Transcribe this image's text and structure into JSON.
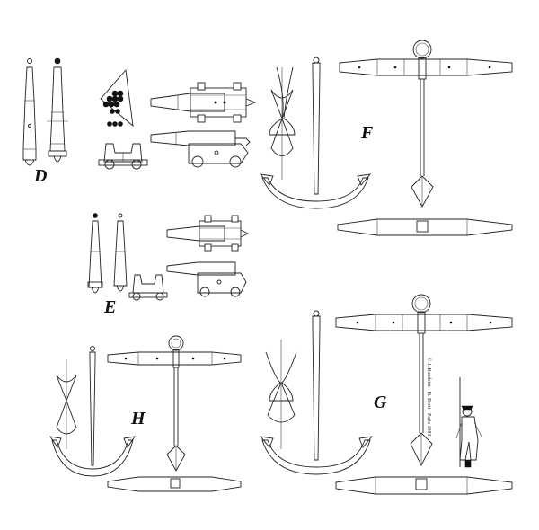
{
  "plate": {
    "background": "#ffffff",
    "ink": "#222222"
  },
  "labels": {
    "d": "D",
    "e": "E",
    "f": "F",
    "g": "G",
    "h": "H"
  },
  "credit": "© J. Boudriot - H. Berti - Paris 1983",
  "icons": [
    "cannon-barrel",
    "cannonball-pyramid",
    "gun-carriage",
    "naval-cannon",
    "anchor",
    "anchor-stock",
    "sailor-figure"
  ]
}
